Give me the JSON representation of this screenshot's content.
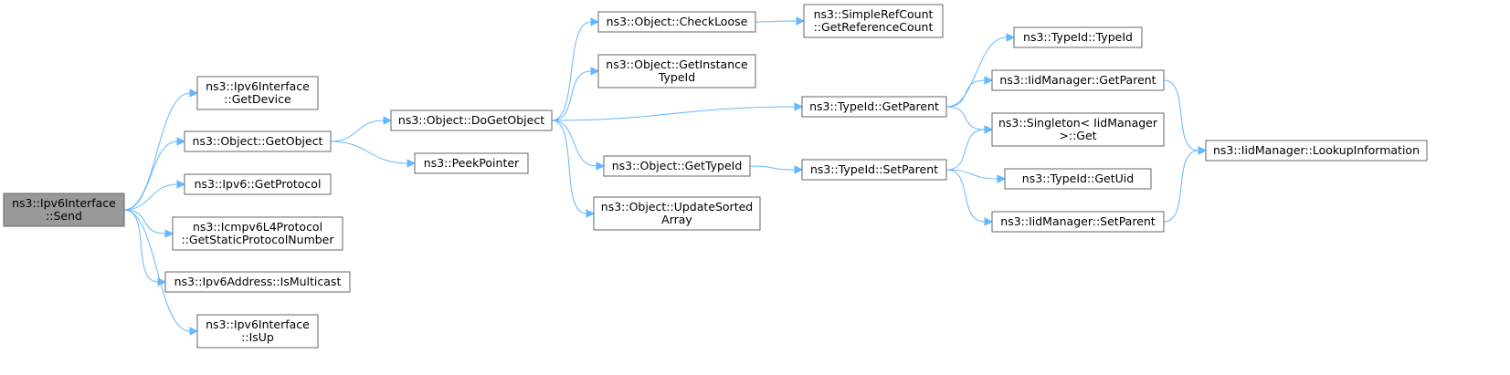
{
  "graph": {
    "nodes": [
      {
        "id": "send",
        "lines": [
          "ns3::Ipv6Interface",
          "::Send"
        ],
        "root": true
      },
      {
        "id": "getdevice",
        "lines": [
          "ns3::Ipv6Interface",
          "::GetDevice"
        ]
      },
      {
        "id": "getobject",
        "lines": [
          "ns3::Object::GetObject"
        ]
      },
      {
        "id": "getprotocol",
        "lines": [
          "ns3::Ipv6::GetProtocol"
        ]
      },
      {
        "id": "icmpv6",
        "lines": [
          "ns3::Icmpv6L4Protocol",
          "::GetStaticProtocolNumber"
        ]
      },
      {
        "id": "ismulticast",
        "lines": [
          "ns3::Ipv6Address::IsMulticast"
        ]
      },
      {
        "id": "isup",
        "lines": [
          "ns3::Ipv6Interface",
          "::IsUp"
        ]
      },
      {
        "id": "dogetobject",
        "lines": [
          "ns3::Object::DoGetObject"
        ]
      },
      {
        "id": "peekpointer",
        "lines": [
          "ns3::PeekPointer"
        ]
      },
      {
        "id": "checkloose",
        "lines": [
          "ns3::Object::CheckLoose"
        ]
      },
      {
        "id": "getinstancetypeid",
        "lines": [
          "ns3::Object::GetInstance",
          "TypeId"
        ]
      },
      {
        "id": "obj_gettypeid",
        "lines": [
          "ns3::Object::GetTypeId"
        ]
      },
      {
        "id": "updatesorted",
        "lines": [
          "ns3::Object::UpdateSorted",
          "Array"
        ]
      },
      {
        "id": "getrefcount",
        "lines": [
          "ns3::SimpleRefCount",
          "::GetReferenceCount"
        ]
      },
      {
        "id": "typeid_getparent",
        "lines": [
          "ns3::TypeId::GetParent"
        ]
      },
      {
        "id": "typeid_setparent",
        "lines": [
          "ns3::TypeId::SetParent"
        ]
      },
      {
        "id": "typeid_typeid",
        "lines": [
          "ns3::TypeId::TypeId"
        ]
      },
      {
        "id": "iid_getparent",
        "lines": [
          "ns3::IidManager::GetParent"
        ]
      },
      {
        "id": "singleton_get",
        "lines": [
          "ns3::Singleton< IidManager",
          ">::Get"
        ]
      },
      {
        "id": "typeid_getuid",
        "lines": [
          "ns3::TypeId::GetUid"
        ]
      },
      {
        "id": "iid_setparent",
        "lines": [
          "ns3::IidManager::SetParent"
        ]
      },
      {
        "id": "lookupinfo",
        "lines": [
          "ns3::IidManager::LookupInformation"
        ]
      }
    ],
    "edges": [
      [
        "send",
        "getdevice"
      ],
      [
        "send",
        "getobject"
      ],
      [
        "send",
        "getprotocol"
      ],
      [
        "send",
        "icmpv6"
      ],
      [
        "send",
        "ismulticast"
      ],
      [
        "send",
        "isup"
      ],
      [
        "getobject",
        "dogetobject"
      ],
      [
        "getobject",
        "peekpointer"
      ],
      [
        "dogetobject",
        "checkloose"
      ],
      [
        "dogetobject",
        "getinstancetypeid"
      ],
      [
        "dogetobject",
        "typeid_getparent"
      ],
      [
        "dogetobject",
        "obj_gettypeid"
      ],
      [
        "dogetobject",
        "updatesorted"
      ],
      [
        "checkloose",
        "getrefcount"
      ],
      [
        "obj_gettypeid",
        "typeid_setparent"
      ],
      [
        "typeid_getparent",
        "typeid_typeid"
      ],
      [
        "typeid_getparent",
        "iid_getparent"
      ],
      [
        "typeid_getparent",
        "singleton_get"
      ],
      [
        "typeid_setparent",
        "singleton_get"
      ],
      [
        "typeid_setparent",
        "typeid_getuid"
      ],
      [
        "typeid_setparent",
        "iid_setparent"
      ],
      [
        "iid_getparent",
        "lookupinfo"
      ],
      [
        "iid_setparent",
        "lookupinfo"
      ]
    ],
    "colors": {
      "edge": "#63b8ff",
      "root_fill": "#999999",
      "border": "#666666"
    }
  }
}
